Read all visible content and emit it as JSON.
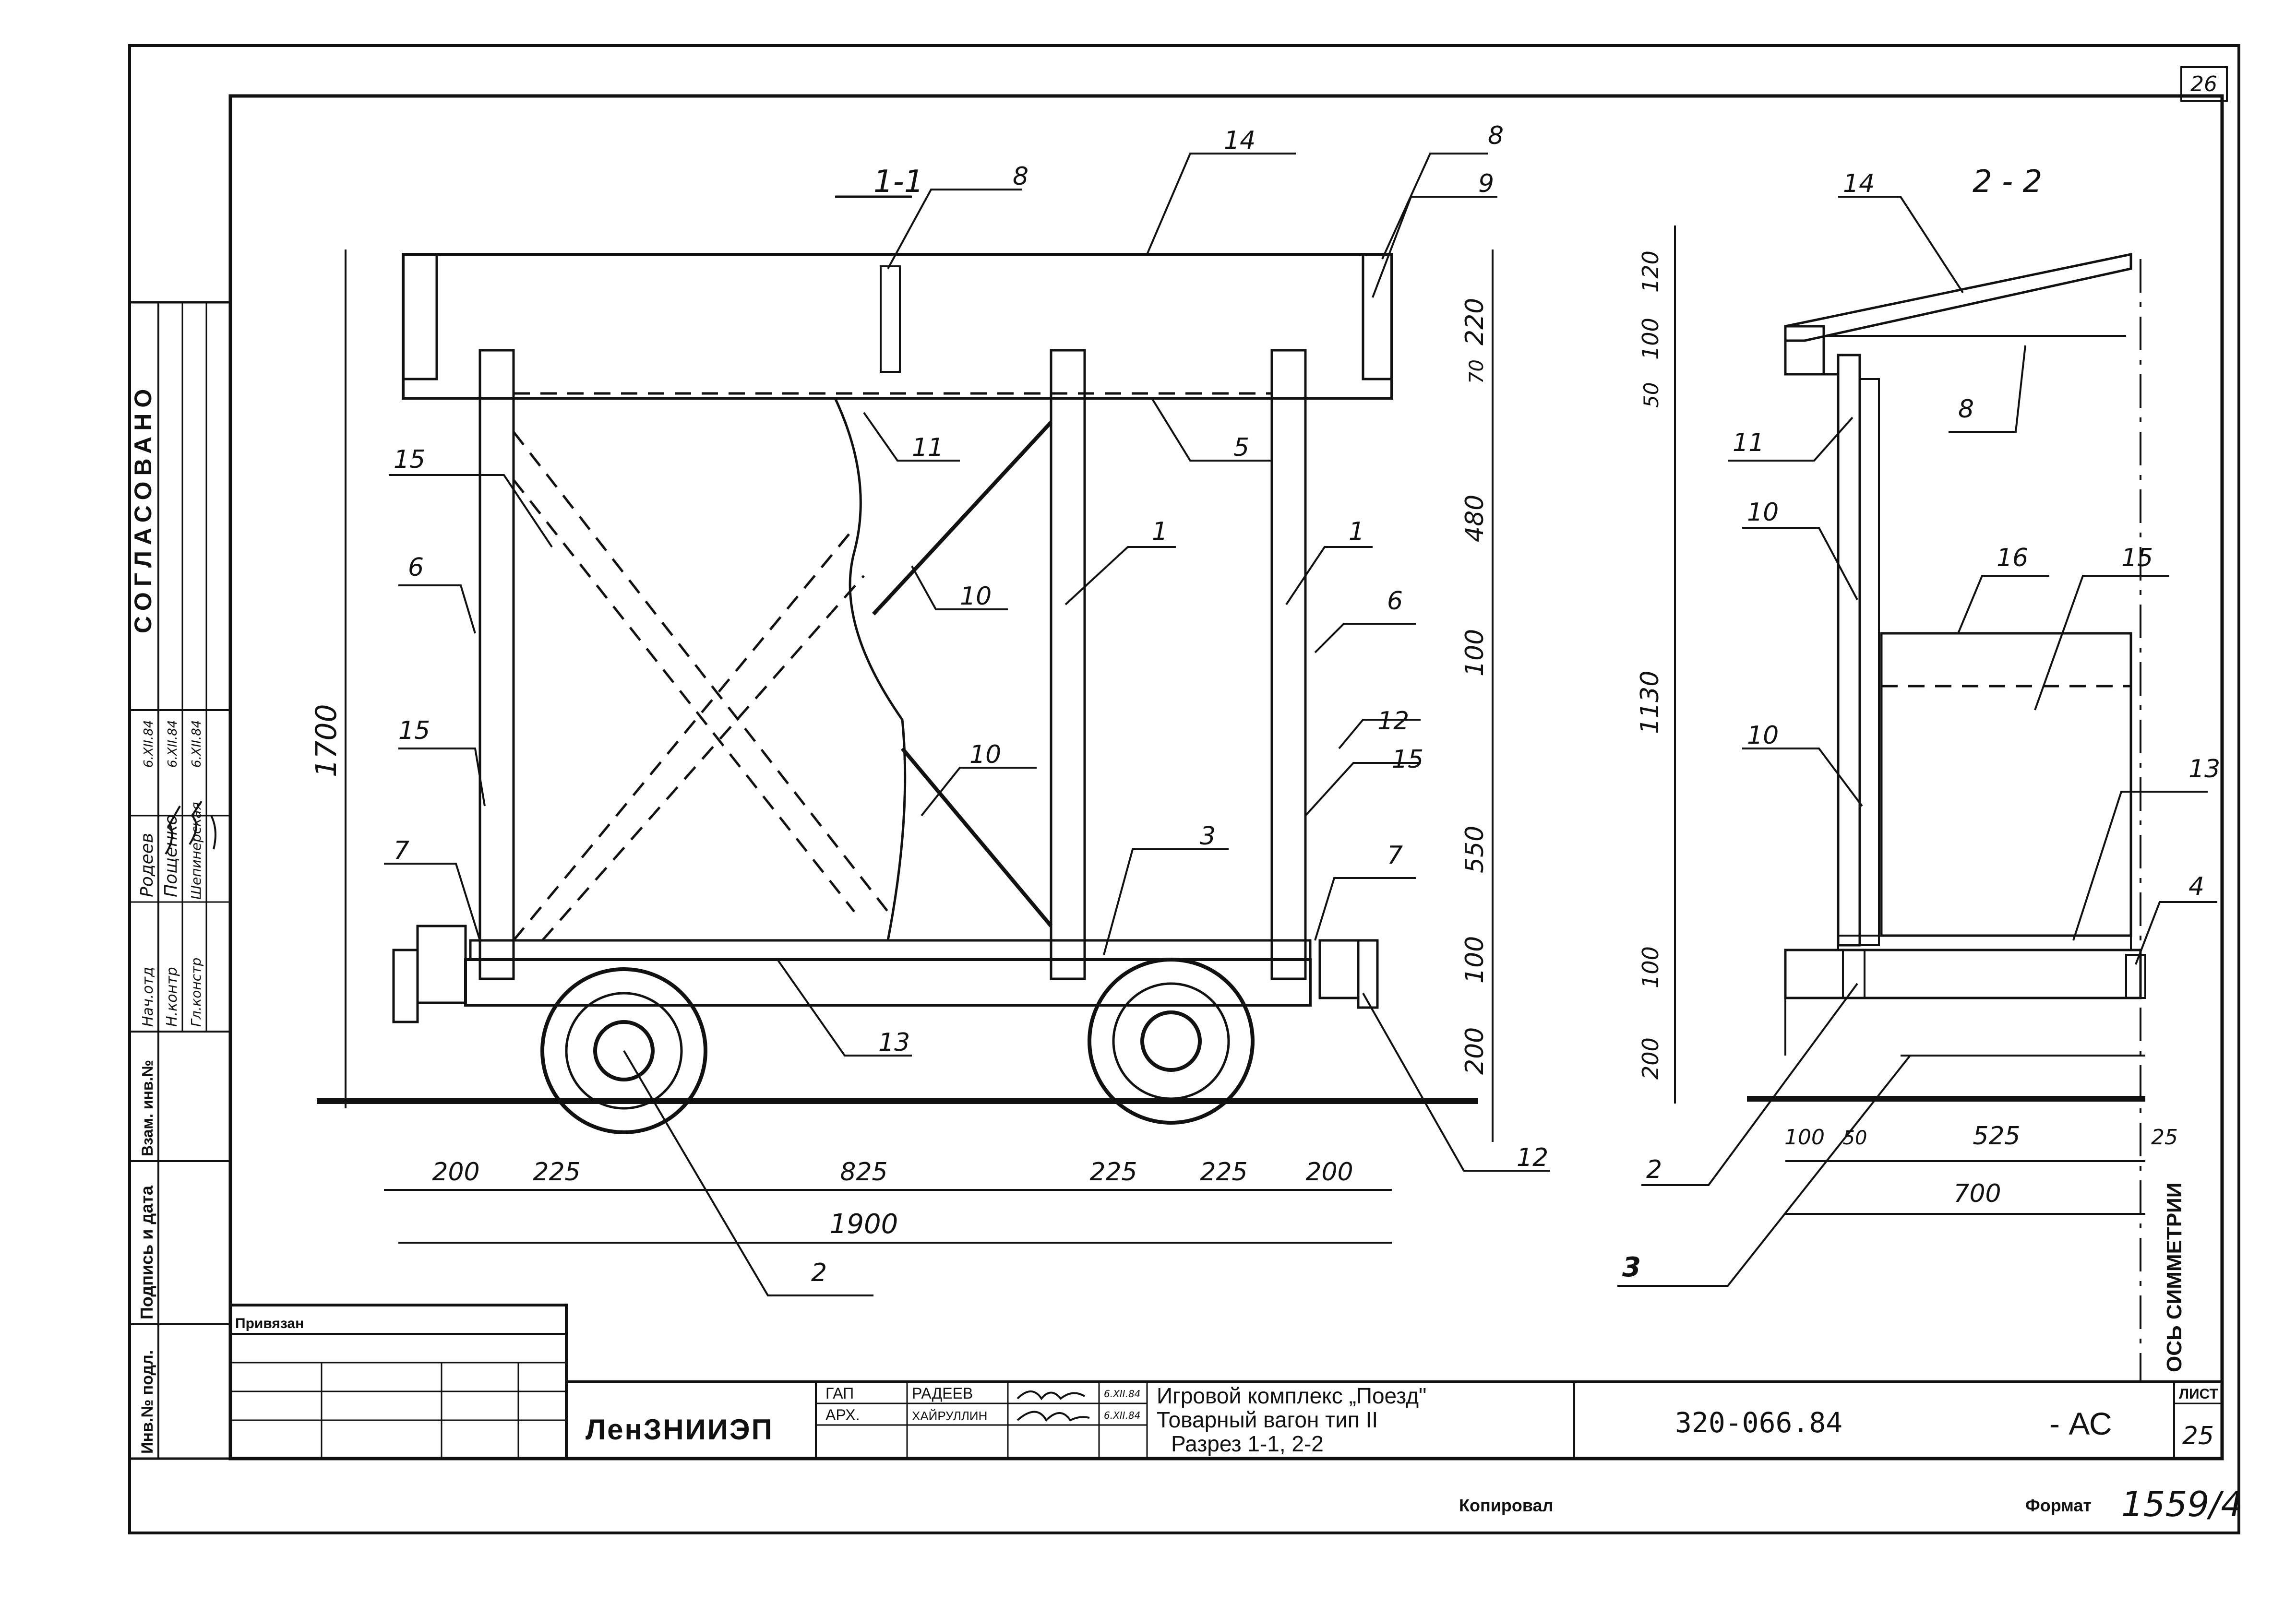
{
  "sheet": {
    "corner_number": "26",
    "sheet_label": "ЛИСТ",
    "sheet_number": "25",
    "format_label": "Формат",
    "format_value": "1559/4",
    "copied_label": "Копировал"
  },
  "left_strip": {
    "agreed": "СОГЛАСОВАНО",
    "rows": [
      {
        "role": "Нач.отд",
        "name": "Родеев",
        "date": "6.XII.84"
      },
      {
        "role": "Н.контр",
        "name": "Пощенко",
        "date": "6.XII.84"
      },
      {
        "role": "Гл.констр",
        "name": "Шепинерская",
        "date": "6.XII.84"
      }
    ],
    "vzam": "Взам. инв.№",
    "podpis": "Подпись и дата",
    "inv": "Инв.№ подл."
  },
  "title_block": {
    "privyazan": "Привязан",
    "org": "ЛенЗНИИЭП",
    "roles": [
      {
        "role": "ГАП",
        "name": "РАДЕЕВ",
        "date": "6.XII.84"
      },
      {
        "role": "АРХ.",
        "name": "ХАЙРУЛЛИН",
        "date": "6.XII.84"
      }
    ],
    "title_line1": "Игровой комплекс „Поезд\"",
    "title_line2": "Товарный вагон тип II",
    "title_line3": "Разрез 1-1, 2-2",
    "doc_code": "320-066.84",
    "doc_suffix": "- АС"
  },
  "section_1_1": {
    "label": "1-1",
    "callouts": [
      "1",
      "1",
      "2",
      "3",
      "5",
      "6",
      "6",
      "7",
      "7",
      "8",
      "9",
      "10",
      "10",
      "11",
      "12",
      "12",
      "13",
      "14",
      "15",
      "15",
      "15",
      "8"
    ],
    "vertical_dims": [
      "1700",
      "220",
      "70",
      "480",
      "100",
      "550",
      "100",
      "200"
    ],
    "horizontal_dims": [
      "200",
      "225",
      "825",
      "225",
      "225",
      "200"
    ],
    "overall_width": "1900"
  },
  "section_2_2": {
    "label": "2 - 2",
    "callouts": [
      "14",
      "8",
      "11",
      "10",
      "16",
      "15",
      "10",
      "13",
      "4",
      "2",
      "3"
    ],
    "vertical_dims": [
      "120",
      "100",
      "50",
      "1130",
      "100",
      "200"
    ],
    "horizontal_dims": [
      "100",
      "50",
      "525",
      "25"
    ],
    "overall_width": "700",
    "axis_label": "ОСЬ СИММЕТРИИ"
  }
}
